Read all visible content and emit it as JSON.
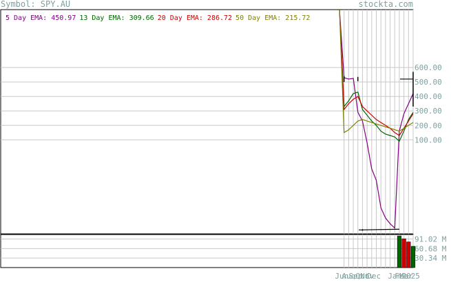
{
  "header": {
    "symbol_label": "Symbol: SPY.AU",
    "site": "stockta.com"
  },
  "colors": {
    "ema5": "#800080",
    "ema13": "#006400",
    "ema20": "#cc0000",
    "ema50": "#808000",
    "price": "#000000",
    "grid": "#c8c8c8",
    "axis_text": "#7f9f9f",
    "frame": "#000000"
  },
  "legend": [
    {
      "text": "5 Day EMA: 450.97",
      "color": "#800080"
    },
    {
      "text": "13 Day EMA: 309.66",
      "color": "#006400"
    },
    {
      "text": "20 Day EMA: 286.72",
      "color": "#cc0000"
    },
    {
      "text": "50 Day EMA: 215.72",
      "color": "#808000"
    }
  ],
  "chart_data": [
    {
      "type": "line",
      "title": "",
      "ylim": [
        -550,
        1000
      ],
      "y_ticks": [
        100,
        200,
        300,
        400,
        500,
        600
      ],
      "y_tick_labels": [
        "100.00",
        "200.00",
        "300.00",
        "400.00",
        "500.00",
        "600.00"
      ],
      "x": [
        0,
        1,
        2,
        3,
        4,
        5,
        6,
        7,
        8,
        9,
        10,
        11,
        12,
        13,
        14,
        15,
        16
      ],
      "x_tick_labels": [
        "Jun",
        "Aug",
        "Sep",
        "Oct",
        "Nov",
        "Dec",
        "Jan",
        "Feb",
        "Mar",
        "2025"
      ],
      "x_tick_positions": [
        0.5,
        2,
        3.5,
        5,
        6,
        7.5,
        12,
        13.5,
        14.5,
        15.5
      ],
      "series": [
        {
          "name": "5 Day EMA",
          "color": "#800080",
          "values": [
            1000,
            530,
            520,
            525,
            290,
            230,
            80,
            -100,
            -180,
            -370,
            -440,
            -480,
            -510,
            160,
            280,
            350,
            420
          ]
        },
        {
          "name": "13 Day EMA",
          "color": "#006400",
          "values": [
            1000,
            330,
            370,
            420,
            430,
            310,
            270,
            230,
            200,
            160,
            140,
            130,
            120,
            90,
            160,
            240,
            290
          ]
        },
        {
          "name": "20 Day EMA",
          "color": "#cc0000",
          "values": [
            1000,
            310,
            350,
            380,
            400,
            330,
            300,
            270,
            240,
            220,
            200,
            180,
            150,
            130,
            180,
            230,
            280
          ]
        },
        {
          "name": "50 Day EMA",
          "color": "#808000",
          "values": [
            1000,
            150,
            170,
            200,
            230,
            240,
            230,
            220,
            210,
            200,
            190,
            180,
            170,
            160,
            180,
            200,
            220
          ]
        }
      ],
      "price_bars": [
        {
          "x": 0,
          "high": 1000,
          "low": 1000
        },
        {
          "x": 1,
          "high": 540,
          "low": 500
        },
        {
          "x": 4,
          "high": 535,
          "low": 505
        },
        {
          "x": 5,
          "high": -518,
          "low": -528
        },
        {
          "x": 16,
          "high": 570,
          "low": 330
        }
      ]
    },
    {
      "type": "bar",
      "title": "Volume",
      "ylim": [
        0,
        101
      ],
      "y_ticks": [
        30.34,
        60.68,
        91.02
      ],
      "y_tick_labels": [
        "30.34 M",
        "60.68 M",
        "91.02 M"
      ],
      "bars": [
        {
          "x": 13,
          "value": 101,
          "color": "#006400"
        },
        {
          "x": 14,
          "value": 92,
          "color": "#cc0000"
        },
        {
          "x": 15,
          "value": 82,
          "color": "#cc0000"
        },
        {
          "x": 16,
          "value": 68,
          "color": "#006400"
        }
      ]
    }
  ]
}
